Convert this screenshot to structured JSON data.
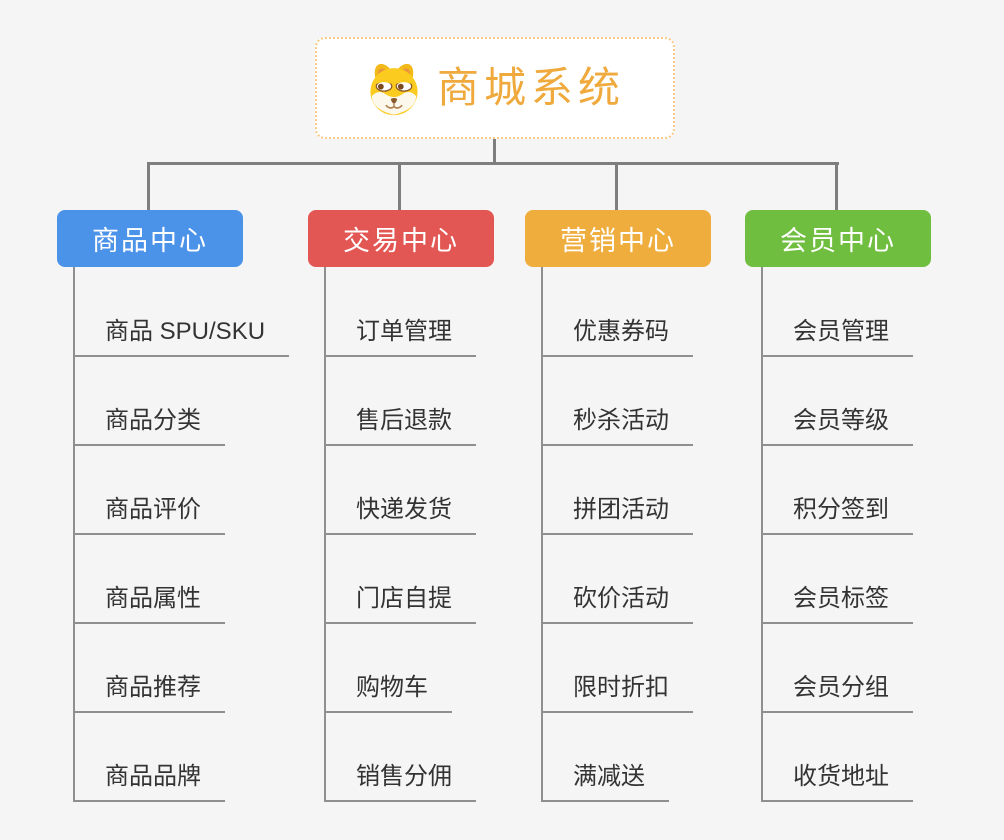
{
  "page": {
    "background": "#f5f5f6"
  },
  "root": {
    "title": "商城系统",
    "icon": "dog-face-icon",
    "text_color": "#efa93c",
    "border_color": "#f6cb85",
    "fill": "#ffffff"
  },
  "lines": {
    "connector_color": "#7e7e7e",
    "branch_line_color": "#8f8f8f"
  },
  "item_text_color": "#333333",
  "branches": [
    {
      "label": "商品中心",
      "color": "#4b92e9",
      "items": [
        "商品 SPU/SKU",
        "商品分类",
        "商品评价",
        "商品属性",
        "商品推荐",
        "商品品牌"
      ]
    },
    {
      "label": "交易中心",
      "color": "#e25754",
      "items": [
        "订单管理",
        "售后退款",
        "快递发货",
        "门店自提",
        "购物车",
        "销售分佣"
      ]
    },
    {
      "label": "营销中心",
      "color": "#efad3d",
      "items": [
        "优惠券码",
        "秒杀活动",
        "拼团活动",
        "砍价活动",
        "限时折扣",
        "满减送"
      ]
    },
    {
      "label": "会员中心",
      "color": "#6fbe3f",
      "items": [
        "会员管理",
        "会员等级",
        "积分签到",
        "会员标签",
        "会员分组",
        "收货地址"
      ]
    }
  ]
}
